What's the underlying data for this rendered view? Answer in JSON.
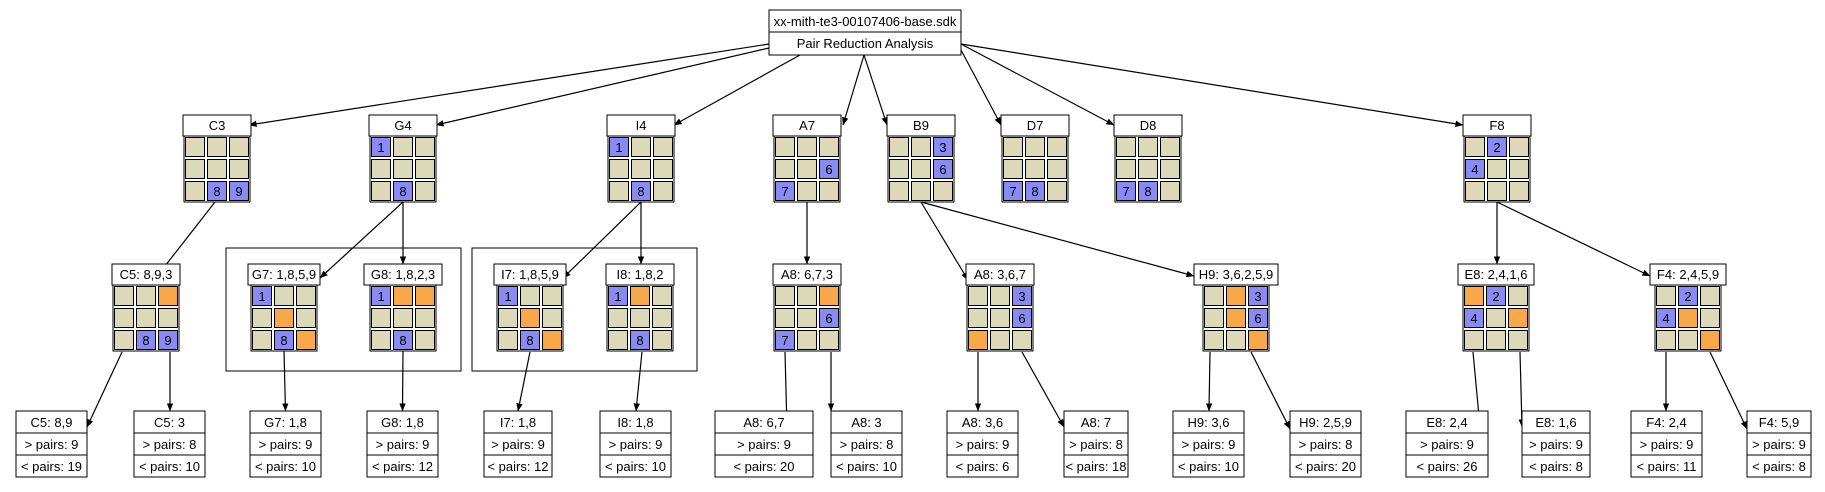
{
  "root": {
    "title": "xx-mith-te3-00107406-base.sdk",
    "subtitle": "Pair Reduction Analysis"
  },
  "colors": {
    "cell": "#dcd9b8",
    "blue": "#8a8af5",
    "orange": "#f8a848",
    "stroke": "#000000",
    "background": "#ffffff"
  },
  "grids": {
    "C3": {
      "label": "C3",
      "cells": [
        [
          "",
          "",
          ""
        ],
        [
          "",
          "",
          ""
        ],
        [
          "",
          "8b",
          "9b"
        ]
      ]
    },
    "G4": {
      "label": "G4",
      "cells": [
        [
          "1b",
          "",
          ""
        ],
        [
          "",
          "",
          ""
        ],
        [
          "",
          "8b",
          ""
        ]
      ]
    },
    "I4": {
      "label": "I4",
      "cells": [
        [
          "1b",
          "",
          ""
        ],
        [
          "",
          "",
          ""
        ],
        [
          "",
          "8b",
          ""
        ]
      ]
    },
    "A7": {
      "label": "A7",
      "cells": [
        [
          "",
          "",
          ""
        ],
        [
          "",
          "",
          "6b"
        ],
        [
          "7b",
          "",
          ""
        ]
      ]
    },
    "B9": {
      "label": "B9",
      "cells": [
        [
          "",
          "",
          "3b"
        ],
        [
          "",
          "",
          "6b"
        ],
        [
          "",
          "",
          ""
        ]
      ]
    },
    "D7": {
      "label": "D7",
      "cells": [
        [
          "",
          "",
          ""
        ],
        [
          "",
          "",
          ""
        ],
        [
          "7b",
          "8b",
          ""
        ]
      ]
    },
    "D8": {
      "label": "D8",
      "cells": [
        [
          "",
          "",
          ""
        ],
        [
          "",
          "",
          ""
        ],
        [
          "7b",
          "8b",
          ""
        ]
      ]
    },
    "F8": {
      "label": "F8",
      "cells": [
        [
          "",
          "2b",
          ""
        ],
        [
          "4b",
          "",
          ""
        ],
        [
          "",
          "",
          ""
        ]
      ]
    },
    "C5": {
      "label": "C5: 8,9,3",
      "cells": [
        [
          "",
          "",
          "o"
        ],
        [
          "",
          "",
          ""
        ],
        [
          "",
          "8b",
          "9b"
        ]
      ]
    },
    "G7": {
      "label": "G7: 1,8,5,9",
      "cells": [
        [
          "1b",
          "",
          ""
        ],
        [
          "",
          "o",
          ""
        ],
        [
          "",
          "8b",
          "o"
        ]
      ]
    },
    "G8": {
      "label": "G8: 1,8,2,3",
      "cells": [
        [
          "1b",
          "o",
          "o"
        ],
        [
          "",
          "",
          ""
        ],
        [
          "",
          "8b",
          ""
        ]
      ]
    },
    "I7": {
      "label": "I7: 1,8,5,9",
      "cells": [
        [
          "1b",
          "",
          ""
        ],
        [
          "",
          "o",
          ""
        ],
        [
          "",
          "8b",
          "o"
        ]
      ]
    },
    "I8": {
      "label": "I8: 1,8,2",
      "cells": [
        [
          "1b",
          "o",
          ""
        ],
        [
          "",
          "",
          ""
        ],
        [
          "",
          "8b",
          ""
        ]
      ]
    },
    "A8a": {
      "label": "A8: 6,7,3",
      "cells": [
        [
          "",
          "",
          "o"
        ],
        [
          "",
          "",
          "6b"
        ],
        [
          "7b",
          "",
          ""
        ]
      ]
    },
    "A8b": {
      "label": "A8: 3,6,7",
      "cells": [
        [
          "",
          "",
          "3b"
        ],
        [
          "",
          "",
          "6b"
        ],
        [
          "o",
          "",
          ""
        ]
      ]
    },
    "H9": {
      "label": "H9: 3,6,2,5,9",
      "cells": [
        [
          "",
          "o",
          "3b"
        ],
        [
          "",
          "o",
          "6b"
        ],
        [
          "",
          "",
          "o"
        ]
      ]
    },
    "E8": {
      "label": "E8: 2,4,1,6",
      "cells": [
        [
          "o",
          "2b",
          ""
        ],
        [
          "4b",
          "",
          "o"
        ],
        [
          "",
          "",
          ""
        ]
      ]
    },
    "F4": {
      "label": "F4: 2,4,5,9",
      "cells": [
        [
          "",
          "2b",
          ""
        ],
        [
          "4b",
          "o",
          ""
        ],
        [
          "",
          "",
          "o"
        ]
      ]
    }
  },
  "leaves": {
    "C5a": {
      "title": "C5: 8,9",
      "gt": "> pairs: 9",
      "lt": "< pairs: 19"
    },
    "C5b": {
      "title": "C5: 3",
      "gt": "> pairs: 8",
      "lt": "< pairs: 10"
    },
    "G7": {
      "title": "G7: 1,8",
      "gt": "> pairs: 9",
      "lt": "< pairs: 10"
    },
    "G8": {
      "title": "G8: 1,8",
      "gt": "> pairs: 9",
      "lt": "< pairs: 12"
    },
    "I7": {
      "title": "I7: 1,8",
      "gt": "> pairs: 9",
      "lt": "< pairs: 12"
    },
    "I8": {
      "title": "I8: 1,8",
      "gt": "> pairs: 9",
      "lt": "< pairs: 10"
    },
    "A8a": {
      "title": "A8: 6,7",
      "gt": "> pairs: 9",
      "lt": "< pairs: 20"
    },
    "A8b": {
      "title": "A8: 3",
      "gt": "> pairs: 8",
      "lt": "< pairs: 10"
    },
    "A8c": {
      "title": "A8: 3,6",
      "gt": "> pairs: 9",
      "lt": "< pairs: 6"
    },
    "A8d": {
      "title": "A8: 7",
      "gt": "> pairs: 8",
      "lt": "< pairs: 18"
    },
    "H9a": {
      "title": "H9: 3,6",
      "gt": "> pairs: 9",
      "lt": "< pairs: 10"
    },
    "H9b": {
      "title": "H9: 2,5,9",
      "gt": "> pairs: 8",
      "lt": "< pairs: 20"
    },
    "E8a": {
      "title": "E8: 2,4",
      "gt": "> pairs: 9",
      "lt": "< pairs: 26"
    },
    "E8b": {
      "title": "E8: 1,6",
      "gt": "> pairs: 9",
      "lt": "< pairs: 8"
    },
    "F4a": {
      "title": "F4: 2,4",
      "gt": "> pairs: 9",
      "lt": "< pairs: 11"
    },
    "F4b": {
      "title": "F4: 5,9",
      "gt": "> pairs: 9",
      "lt": "< pairs: 8"
    }
  }
}
